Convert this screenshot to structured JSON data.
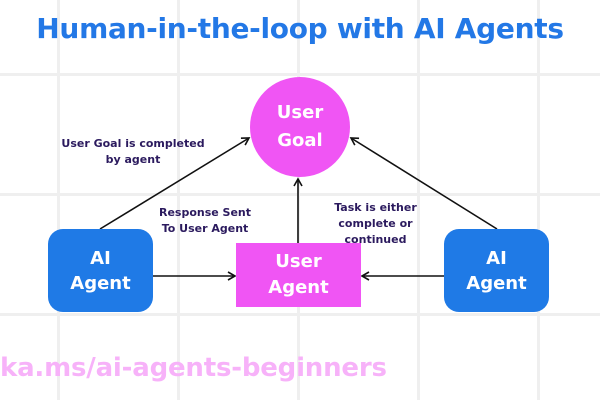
{
  "title": "Human-in-the-loop with AI Agents",
  "colors": {
    "title": "#2378e6",
    "ai_agent": "#1f7ae6",
    "user_node": "#f055f4",
    "label_text": "#2b1a5e",
    "link_text": "#f7b2f9",
    "grid": "#efefef"
  },
  "nodes": {
    "user_goal": {
      "line1": "User",
      "line2": "Goal"
    },
    "user_agent": {
      "line1": "User",
      "line2": "Agent"
    },
    "ai_agent_left": {
      "line1": "AI",
      "line2": "Agent"
    },
    "ai_agent_right": {
      "line1": "AI",
      "line2": "Agent"
    }
  },
  "edge_labels": {
    "goal_completed": {
      "line1": "User Goal is completed",
      "line2": "by agent"
    },
    "response_sent": {
      "line1": "Response Sent",
      "line2": "To User Agent"
    },
    "task_status": {
      "line1": "Task is either",
      "line2": "complete or",
      "line3": "continued"
    }
  },
  "edges": [
    {
      "from": "ai_agent_left",
      "to": "user_goal"
    },
    {
      "from": "ai_agent_right",
      "to": "user_goal"
    },
    {
      "from": "user_agent",
      "to": "user_goal"
    },
    {
      "from": "ai_agent_left",
      "to": "user_agent"
    },
    {
      "from": "ai_agent_right",
      "to": "user_agent"
    }
  ],
  "footer_link": "ka.ms/ai-agents-beginners"
}
